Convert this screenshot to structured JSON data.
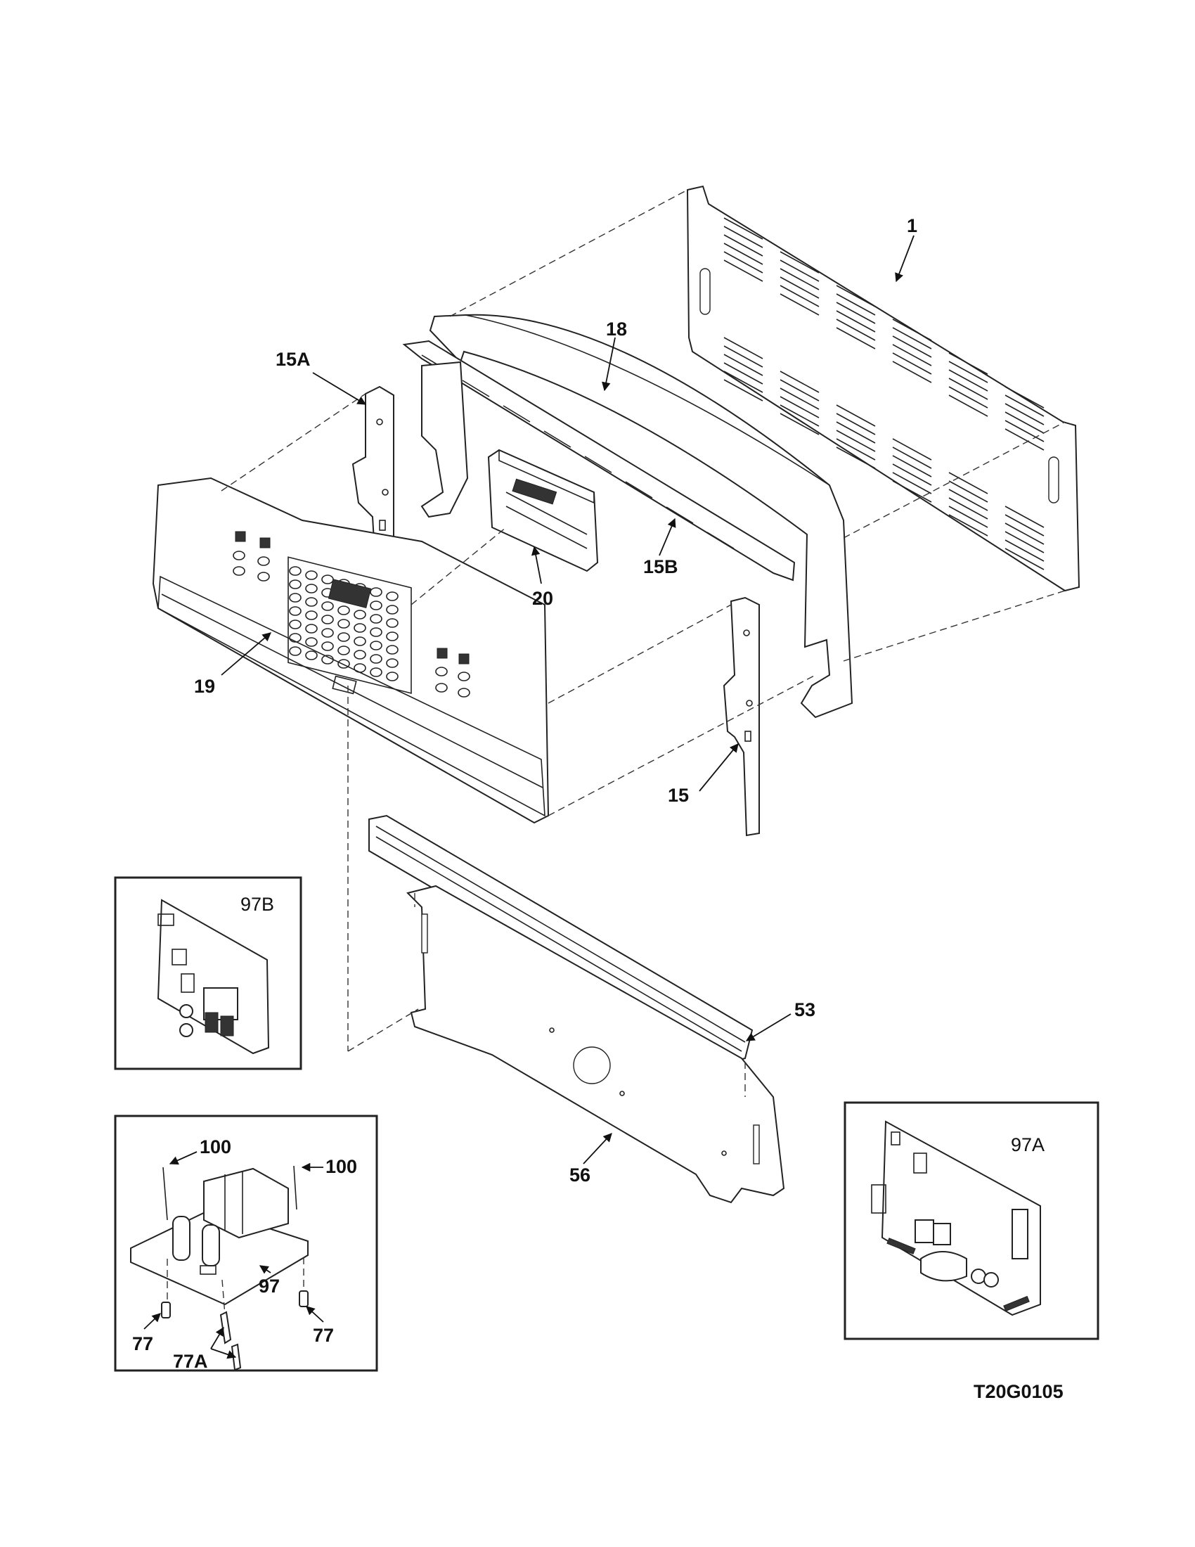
{
  "diagram": {
    "drawing_code": "T20G0105",
    "callouts": {
      "p1": "1",
      "p18": "18",
      "p15A": "15A",
      "p15B": "15B",
      "p20": "20",
      "p19": "19",
      "p15": "15",
      "p53": "53",
      "p56": "56",
      "p97B": "97B",
      "p97A": "97A",
      "p100a": "100",
      "p100b": "100",
      "p97": "97",
      "p77a": "77",
      "p77A": "77A",
      "p77b": "77"
    }
  }
}
